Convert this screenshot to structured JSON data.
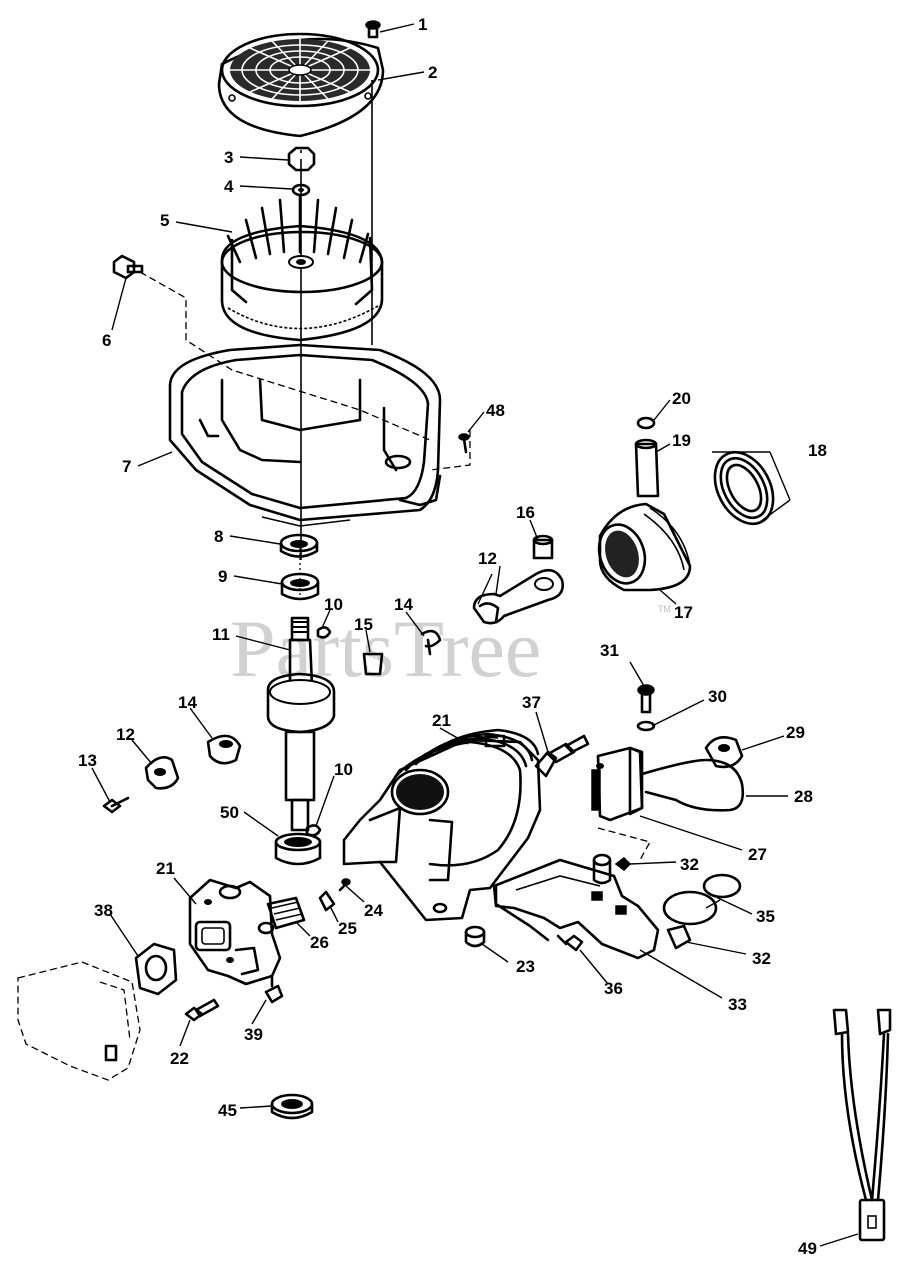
{
  "watermark": {
    "text": "PartsTree",
    "trademark": "TM"
  },
  "callouts": [
    {
      "id": "1",
      "label": "1"
    },
    {
      "id": "2",
      "label": "2"
    },
    {
      "id": "3",
      "label": "3"
    },
    {
      "id": "4",
      "label": "4"
    },
    {
      "id": "5",
      "label": "5"
    },
    {
      "id": "6",
      "label": "6"
    },
    {
      "id": "7",
      "label": "7"
    },
    {
      "id": "8",
      "label": "8"
    },
    {
      "id": "9",
      "label": "9"
    },
    {
      "id": "10a",
      "label": "10"
    },
    {
      "id": "10b",
      "label": "10"
    },
    {
      "id": "11",
      "label": "11"
    },
    {
      "id": "12a",
      "label": "12"
    },
    {
      "id": "12b",
      "label": "12"
    },
    {
      "id": "13",
      "label": "13"
    },
    {
      "id": "14a",
      "label": "14"
    },
    {
      "id": "14b",
      "label": "14"
    },
    {
      "id": "15",
      "label": "15"
    },
    {
      "id": "16",
      "label": "16"
    },
    {
      "id": "17",
      "label": "17"
    },
    {
      "id": "18",
      "label": "18"
    },
    {
      "id": "19",
      "label": "19"
    },
    {
      "id": "20",
      "label": "20"
    },
    {
      "id": "21a",
      "label": "21"
    },
    {
      "id": "21b",
      "label": "21"
    },
    {
      "id": "22",
      "label": "22"
    },
    {
      "id": "23",
      "label": "23"
    },
    {
      "id": "24",
      "label": "24"
    },
    {
      "id": "25",
      "label": "25"
    },
    {
      "id": "26",
      "label": "26"
    },
    {
      "id": "27",
      "label": "27"
    },
    {
      "id": "28",
      "label": "28"
    },
    {
      "id": "29",
      "label": "29"
    },
    {
      "id": "30",
      "label": "30"
    },
    {
      "id": "31",
      "label": "31"
    },
    {
      "id": "32a",
      "label": "32"
    },
    {
      "id": "32b",
      "label": "32"
    },
    {
      "id": "33",
      "label": "33"
    },
    {
      "id": "35",
      "label": "35"
    },
    {
      "id": "36",
      "label": "36"
    },
    {
      "id": "37",
      "label": "37"
    },
    {
      "id": "38",
      "label": "38"
    },
    {
      "id": "39",
      "label": "39"
    },
    {
      "id": "45",
      "label": "45"
    },
    {
      "id": "48",
      "label": "48"
    },
    {
      "id": "49",
      "label": "49"
    },
    {
      "id": "50",
      "label": "50"
    }
  ]
}
